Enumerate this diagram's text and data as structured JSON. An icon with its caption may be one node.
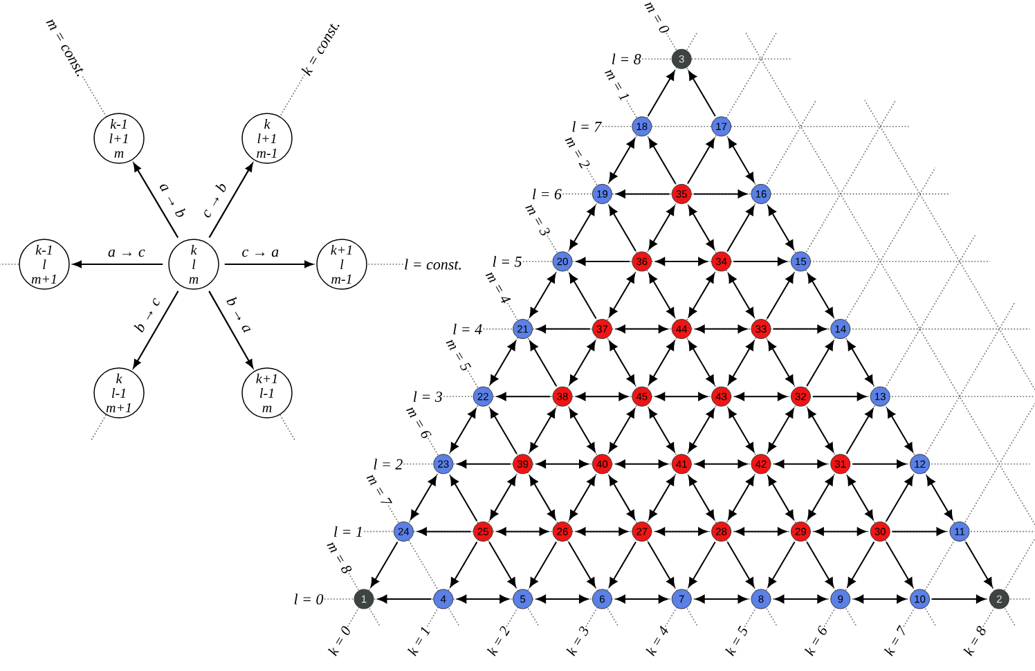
{
  "diagram": {
    "nodes": [
      {
        "text": [
          "k-1",
          "l+1",
          "m"
        ]
      },
      {
        "text": [
          "k",
          "l+1",
          "m-1"
        ]
      },
      {
        "text": [
          "k-1",
          "l",
          "m+1"
        ]
      },
      {
        "text": [
          "k",
          "l",
          "m"
        ]
      },
      {
        "text": [
          "k+1",
          "l",
          "m-1"
        ]
      },
      {
        "text": [
          "k",
          "l-1",
          "m+1"
        ]
      },
      {
        "text": [
          "k+1",
          "l-1",
          "m"
        ]
      },
      {
        "text": [
          "3"
        ]
      },
      {
        "text": [
          "18"
        ]
      },
      {
        "text": [
          "17"
        ]
      },
      {
        "text": [
          "19"
        ]
      },
      {
        "text": [
          "35"
        ]
      },
      {
        "text": [
          "16"
        ]
      },
      {
        "text": [
          "20"
        ]
      },
      {
        "text": [
          "36"
        ]
      },
      {
        "text": [
          "34"
        ]
      },
      {
        "text": [
          "15"
        ]
      },
      {
        "text": [
          "21"
        ]
      },
      {
        "text": [
          "37"
        ]
      },
      {
        "text": [
          "44"
        ]
      },
      {
        "text": [
          "33"
        ]
      },
      {
        "text": [
          "14"
        ]
      },
      {
        "text": [
          "22"
        ]
      },
      {
        "text": [
          "38"
        ]
      },
      {
        "text": [
          "45"
        ]
      },
      {
        "text": [
          "43"
        ]
      },
      {
        "text": [
          "32"
        ]
      },
      {
        "text": [
          "13"
        ]
      },
      {
        "text": [
          "23"
        ]
      },
      {
        "text": [
          "39"
        ]
      },
      {
        "text": [
          "40"
        ]
      },
      {
        "text": [
          "41"
        ]
      },
      {
        "text": [
          "42"
        ]
      },
      {
        "text": [
          "31"
        ]
      },
      {
        "text": [
          "12"
        ]
      },
      {
        "text": [
          "24"
        ]
      },
      {
        "text": [
          "25"
        ]
      },
      {
        "text": [
          "26"
        ]
      },
      {
        "text": [
          "27"
        ]
      },
      {
        "text": [
          "28"
        ]
      },
      {
        "text": [
          "29"
        ]
      },
      {
        "text": [
          "30"
        ]
      },
      {
        "text": [
          "11"
        ]
      },
      {
        "text": [
          "1"
        ]
      },
      {
        "text": [
          "4"
        ]
      },
      {
        "text": [
          "5"
        ]
      },
      {
        "text": [
          "6"
        ]
      },
      {
        "text": [
          "7"
        ]
      },
      {
        "text": [
          "8"
        ]
      },
      {
        "text": [
          "9"
        ]
      },
      {
        "text": [
          "10"
        ]
      },
      {
        "text": [
          "2"
        ]
      },
      {
        "text": [
          "m = const."
        ]
      },
      {
        "text": [
          "k = const."
        ]
      },
      {
        "text": [
          "l = const."
        ]
      },
      {
        "text": [
          "m = 0"
        ]
      },
      {
        "text": [
          "l = 8"
        ]
      },
      {
        "text": [
          "m = 1"
        ]
      },
      {
        "text": [
          "l = 7"
        ]
      },
      {
        "text": [
          "m = 2"
        ]
      },
      {
        "text": [
          "l = 6"
        ]
      },
      {
        "text": [
          "m = 3"
        ]
      },
      {
        "text": [
          "l = 5"
        ]
      },
      {
        "text": [
          "m = 4"
        ]
      },
      {
        "text": [
          "l = 4"
        ]
      },
      {
        "text": [
          "m = 5"
        ]
      },
      {
        "text": [
          "l = 3"
        ]
      },
      {
        "text": [
          "m = 6"
        ]
      },
      {
        "text": [
          "l = 2"
        ]
      },
      {
        "text": [
          "m = 7"
        ]
      },
      {
        "text": [
          "l = 1"
        ]
      },
      {
        "text": [
          "m = 8"
        ]
      },
      {
        "text": [
          "l = 0"
        ]
      },
      {
        "text": [
          "k = 0"
        ]
      },
      {
        "text": [
          "k = 1"
        ]
      },
      {
        "text": [
          "k = 2"
        ]
      },
      {
        "text": [
          "k = 3"
        ]
      },
      {
        "text": [
          "k = 4"
        ]
      },
      {
        "text": [
          "k = 5"
        ]
      },
      {
        "text": [
          "k = 6"
        ]
      },
      {
        "text": [
          "k = 7"
        ]
      },
      {
        "text": [
          "k = 8"
        ]
      }
    ],
    "edges": [
      {
        "from": 3,
        "to": 0,
        "arrow": "to",
        "label": "a → b"
      },
      {
        "from": 3,
        "to": 1,
        "arrow": "to",
        "label": "c → b"
      },
      {
        "from": 3,
        "to": 2,
        "arrow": "to",
        "label": "a → c"
      },
      {
        "from": 3,
        "to": 4,
        "arrow": "to",
        "label": "c → a"
      },
      {
        "from": 3,
        "to": 5,
        "arrow": "to",
        "label": "b → c"
      },
      {
        "from": 3,
        "to": 6,
        "arrow": "to",
        "label": "b → a"
      },
      {
        "from": 11,
        "to": 10,
        "arrow": "to"
      },
      {
        "from": 11,
        "to": 12,
        "arrow": "to"
      },
      {
        "from": 14,
        "to": 13,
        "arrow": "to"
      },
      {
        "from": 14,
        "to": 15,
        "arrow": "both"
      },
      {
        "from": 15,
        "to": 16,
        "arrow": "to"
      },
      {
        "from": 18,
        "to": 17,
        "arrow": "to"
      },
      {
        "from": 18,
        "to": 19,
        "arrow": "both"
      },
      {
        "from": 19,
        "to": 20,
        "arrow": "both"
      },
      {
        "from": 20,
        "to": 21,
        "arrow": "to"
      },
      {
        "from": 23,
        "to": 22,
        "arrow": "to"
      },
      {
        "from": 23,
        "to": 24,
        "arrow": "both"
      },
      {
        "from": 24,
        "to": 25,
        "arrow": "both"
      },
      {
        "from": 25,
        "to": 26,
        "arrow": "both"
      },
      {
        "from": 26,
        "to": 27,
        "arrow": "to"
      },
      {
        "from": 29,
        "to": 28,
        "arrow": "to"
      },
      {
        "from": 29,
        "to": 30,
        "arrow": "both"
      },
      {
        "from": 30,
        "to": 31,
        "arrow": "both"
      },
      {
        "from": 31,
        "to": 32,
        "arrow": "both"
      },
      {
        "from": 32,
        "to": 33,
        "arrow": "both"
      },
      {
        "from": 33,
        "to": 34,
        "arrow": "to"
      },
      {
        "from": 36,
        "to": 35,
        "arrow": "to"
      },
      {
        "from": 36,
        "to": 37,
        "arrow": "both"
      },
      {
        "from": 37,
        "to": 38,
        "arrow": "both"
      },
      {
        "from": 38,
        "to": 39,
        "arrow": "both"
      },
      {
        "from": 39,
        "to": 40,
        "arrow": "both"
      },
      {
        "from": 40,
        "to": 41,
        "arrow": "both"
      },
      {
        "from": 41,
        "to": 42,
        "arrow": "to"
      },
      {
        "from": 44,
        "to": 43,
        "arrow": "to"
      },
      {
        "from": 44,
        "to": 45,
        "arrow": "both"
      },
      {
        "from": 45,
        "to": 46,
        "arrow": "both"
      },
      {
        "from": 46,
        "to": 47,
        "arrow": "both"
      },
      {
        "from": 47,
        "to": 48,
        "arrow": "both"
      },
      {
        "from": 48,
        "to": 49,
        "arrow": "both"
      },
      {
        "from": 49,
        "to": 50,
        "arrow": "both"
      },
      {
        "from": 50,
        "to": 51,
        "arrow": "to"
      },
      {
        "from": 8,
        "to": 7,
        "arrow": "to"
      },
      {
        "from": 8,
        "to": 10,
        "arrow": "both"
      },
      {
        "from": 11,
        "to": 9,
        "arrow": "to"
      },
      {
        "from": 10,
        "to": 13,
        "arrow": "both"
      },
      {
        "from": 11,
        "to": 14,
        "arrow": "both"
      },
      {
        "from": 15,
        "to": 12,
        "arrow": "to"
      },
      {
        "from": 13,
        "to": 17,
        "arrow": "both"
      },
      {
        "from": 14,
        "to": 18,
        "arrow": "both"
      },
      {
        "from": 15,
        "to": 19,
        "arrow": "both"
      },
      {
        "from": 20,
        "to": 16,
        "arrow": "to"
      },
      {
        "from": 17,
        "to": 22,
        "arrow": "both"
      },
      {
        "from": 18,
        "to": 23,
        "arrow": "both"
      },
      {
        "from": 19,
        "to": 24,
        "arrow": "both"
      },
      {
        "from": 20,
        "to": 25,
        "arrow": "both"
      },
      {
        "from": 26,
        "to": 21,
        "arrow": "to"
      },
      {
        "from": 22,
        "to": 28,
        "arrow": "both"
      },
      {
        "from": 23,
        "to": 29,
        "arrow": "both"
      },
      {
        "from": 24,
        "to": 30,
        "arrow": "both"
      },
      {
        "from": 25,
        "to": 31,
        "arrow": "both"
      },
      {
        "from": 26,
        "to": 32,
        "arrow": "both"
      },
      {
        "from": 33,
        "to": 27,
        "arrow": "to"
      },
      {
        "from": 28,
        "to": 35,
        "arrow": "both"
      },
      {
        "from": 29,
        "to": 36,
        "arrow": "both"
      },
      {
        "from": 30,
        "to": 37,
        "arrow": "both"
      },
      {
        "from": 31,
        "to": 38,
        "arrow": "both"
      },
      {
        "from": 32,
        "to": 39,
        "arrow": "both"
      },
      {
        "from": 33,
        "to": 40,
        "arrow": "both"
      },
      {
        "from": 41,
        "to": 34,
        "arrow": "to"
      },
      {
        "from": 35,
        "to": 43,
        "arrow": "to"
      },
      {
        "from": 36,
        "to": 44,
        "arrow": "to"
      },
      {
        "from": 37,
        "to": 45,
        "arrow": "to"
      },
      {
        "from": 38,
        "to": 46,
        "arrow": "to"
      },
      {
        "from": 39,
        "to": 47,
        "arrow": "to"
      },
      {
        "from": 40,
        "to": 48,
        "arrow": "to"
      },
      {
        "from": 41,
        "to": 49,
        "arrow": "to"
      },
      {
        "from": 9,
        "to": 7,
        "arrow": "to"
      },
      {
        "from": 11,
        "to": 8,
        "arrow": "to"
      },
      {
        "from": 9,
        "to": 12,
        "arrow": "both"
      },
      {
        "from": 14,
        "to": 10,
        "arrow": "to"
      },
      {
        "from": 11,
        "to": 15,
        "arrow": "both"
      },
      {
        "from": 12,
        "to": 16,
        "arrow": "both"
      },
      {
        "from": 18,
        "to": 13,
        "arrow": "to"
      },
      {
        "from": 14,
        "to": 19,
        "arrow": "both"
      },
      {
        "from": 15,
        "to": 20,
        "arrow": "both"
      },
      {
        "from": 16,
        "to": 21,
        "arrow": "both"
      },
      {
        "from": 23,
        "to": 17,
        "arrow": "to"
      },
      {
        "from": 18,
        "to": 24,
        "arrow": "both"
      },
      {
        "from": 19,
        "to": 25,
        "arrow": "both"
      },
      {
        "from": 20,
        "to": 26,
        "arrow": "both"
      },
      {
        "from": 21,
        "to": 27,
        "arrow": "both"
      },
      {
        "from": 29,
        "to": 22,
        "arrow": "to"
      },
      {
        "from": 23,
        "to": 30,
        "arrow": "both"
      },
      {
        "from": 24,
        "to": 31,
        "arrow": "both"
      },
      {
        "from": 25,
        "to": 32,
        "arrow": "both"
      },
      {
        "from": 26,
        "to": 33,
        "arrow": "both"
      },
      {
        "from": 27,
        "to": 34,
        "arrow": "both"
      },
      {
        "from": 36,
        "to": 28,
        "arrow": "to"
      },
      {
        "from": 29,
        "to": 37,
        "arrow": "both"
      },
      {
        "from": 30,
        "to": 38,
        "arrow": "both"
      },
      {
        "from": 31,
        "to": 39,
        "arrow": "both"
      },
      {
        "from": 32,
        "to": 40,
        "arrow": "both"
      },
      {
        "from": 33,
        "to": 41,
        "arrow": "both"
      },
      {
        "from": 34,
        "to": 42,
        "arrow": "both"
      },
      {
        "from": 36,
        "to": 45,
        "arrow": "to"
      },
      {
        "from": 37,
        "to": 46,
        "arrow": "to"
      },
      {
        "from": 38,
        "to": 47,
        "arrow": "to"
      },
      {
        "from": 39,
        "to": 48,
        "arrow": "to"
      },
      {
        "from": 40,
        "to": 49,
        "arrow": "to"
      },
      {
        "from": 41,
        "to": 50,
        "arrow": "to"
      },
      {
        "from": 42,
        "to": 51,
        "arrow": "to"
      },
      {
        "from": 52,
        "to": 0,
        "arrow": "none",
        "style": "dashed",
        "color": "#707070"
      },
      {
        "from": 53,
        "to": 1,
        "arrow": "none",
        "style": "dashed",
        "color": "#707070"
      },
      {
        "from": 54,
        "to": 4,
        "arrow": "none",
        "style": "dashed",
        "color": "#707070"
      },
      {
        "from": 55,
        "to": 7,
        "arrow": "none",
        "style": "dashed",
        "color": "#707070"
      },
      {
        "from": 56,
        "to": 7,
        "arrow": "none",
        "style": "dashed",
        "color": "#707070"
      },
      {
        "from": 57,
        "to": 8,
        "arrow": "none",
        "style": "dashed",
        "color": "#707070"
      },
      {
        "from": 58,
        "to": 8,
        "arrow": "none",
        "style": "dashed",
        "color": "#707070"
      },
      {
        "from": 59,
        "to": 10,
        "arrow": "none",
        "style": "dashed",
        "color": "#707070"
      },
      {
        "from": 60,
        "to": 10,
        "arrow": "none",
        "style": "dashed",
        "color": "#707070"
      },
      {
        "from": 61,
        "to": 13,
        "arrow": "none",
        "style": "dashed",
        "color": "#707070"
      },
      {
        "from": 62,
        "to": 13,
        "arrow": "none",
        "style": "dashed",
        "color": "#707070"
      },
      {
        "from": 63,
        "to": 17,
        "arrow": "none",
        "style": "dashed",
        "color": "#707070"
      },
      {
        "from": 64,
        "to": 17,
        "arrow": "none",
        "style": "dashed",
        "color": "#707070"
      },
      {
        "from": 65,
        "to": 22,
        "arrow": "none",
        "style": "dashed",
        "color": "#707070"
      },
      {
        "from": 66,
        "to": 22,
        "arrow": "none",
        "style": "dashed",
        "color": "#707070"
      },
      {
        "from": 67,
        "to": 28,
        "arrow": "none",
        "style": "dashed",
        "color": "#707070"
      },
      {
        "from": 68,
        "to": 28,
        "arrow": "none",
        "style": "dashed",
        "color": "#707070"
      },
      {
        "from": 69,
        "to": 35,
        "arrow": "none",
        "style": "dashed",
        "color": "#707070"
      },
      {
        "from": 70,
        "to": 35,
        "arrow": "none",
        "style": "dashed",
        "color": "#707070"
      },
      {
        "from": 71,
        "to": 43,
        "arrow": "none",
        "style": "dashed",
        "color": "#707070"
      },
      {
        "from": 72,
        "to": 43,
        "arrow": "none",
        "style": "dashed",
        "color": "#707070"
      },
      {
        "from": 73,
        "to": 43,
        "arrow": "none",
        "style": "dashed",
        "color": "#707070"
      },
      {
        "from": 74,
        "to": 44,
        "arrow": "none",
        "style": "dashed",
        "color": "#707070"
      },
      {
        "from": 75,
        "to": 45,
        "arrow": "none",
        "style": "dashed",
        "color": "#707070"
      },
      {
        "from": 76,
        "to": 46,
        "arrow": "none",
        "style": "dashed",
        "color": "#707070"
      },
      {
        "from": 77,
        "to": 47,
        "arrow": "none",
        "style": "dashed",
        "color": "#707070"
      },
      {
        "from": 78,
        "to": 48,
        "arrow": "none",
        "style": "dashed",
        "color": "#707070"
      },
      {
        "from": 79,
        "to": 49,
        "arrow": "none",
        "style": "dashed",
        "color": "#707070"
      },
      {
        "from": 80,
        "to": 50,
        "arrow": "none",
        "style": "dashed",
        "color": "#707070"
      },
      {
        "from": 81,
        "to": 51,
        "arrow": "none",
        "style": "dashed",
        "color": "#707070"
      }
    ]
  }
}
